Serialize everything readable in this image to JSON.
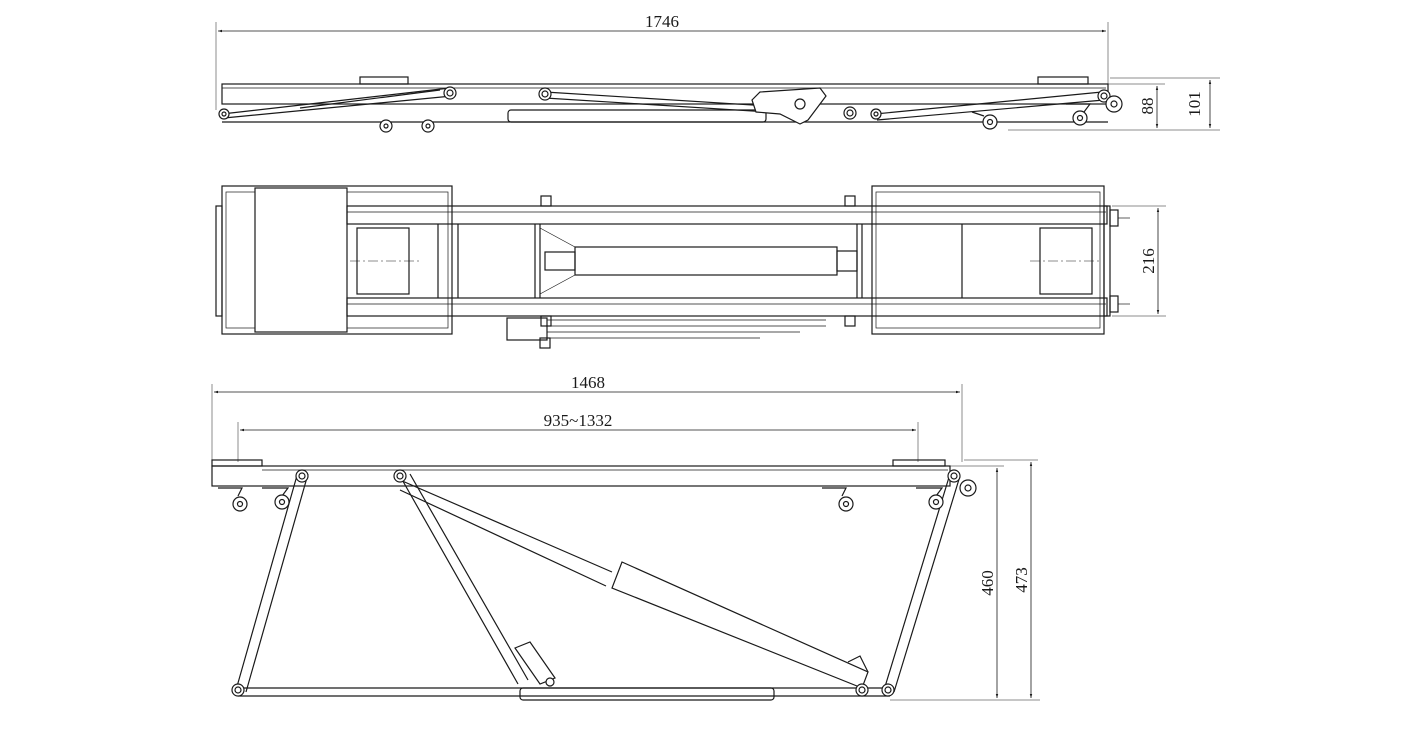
{
  "dimensions": {
    "overall_length": "1746",
    "lowered_height_1": "88",
    "lowered_height_2": "101",
    "width": "216",
    "raised_length": "1468",
    "extension_range": "935~1332",
    "lift_height_1": "460",
    "lift_height_2": "473"
  }
}
